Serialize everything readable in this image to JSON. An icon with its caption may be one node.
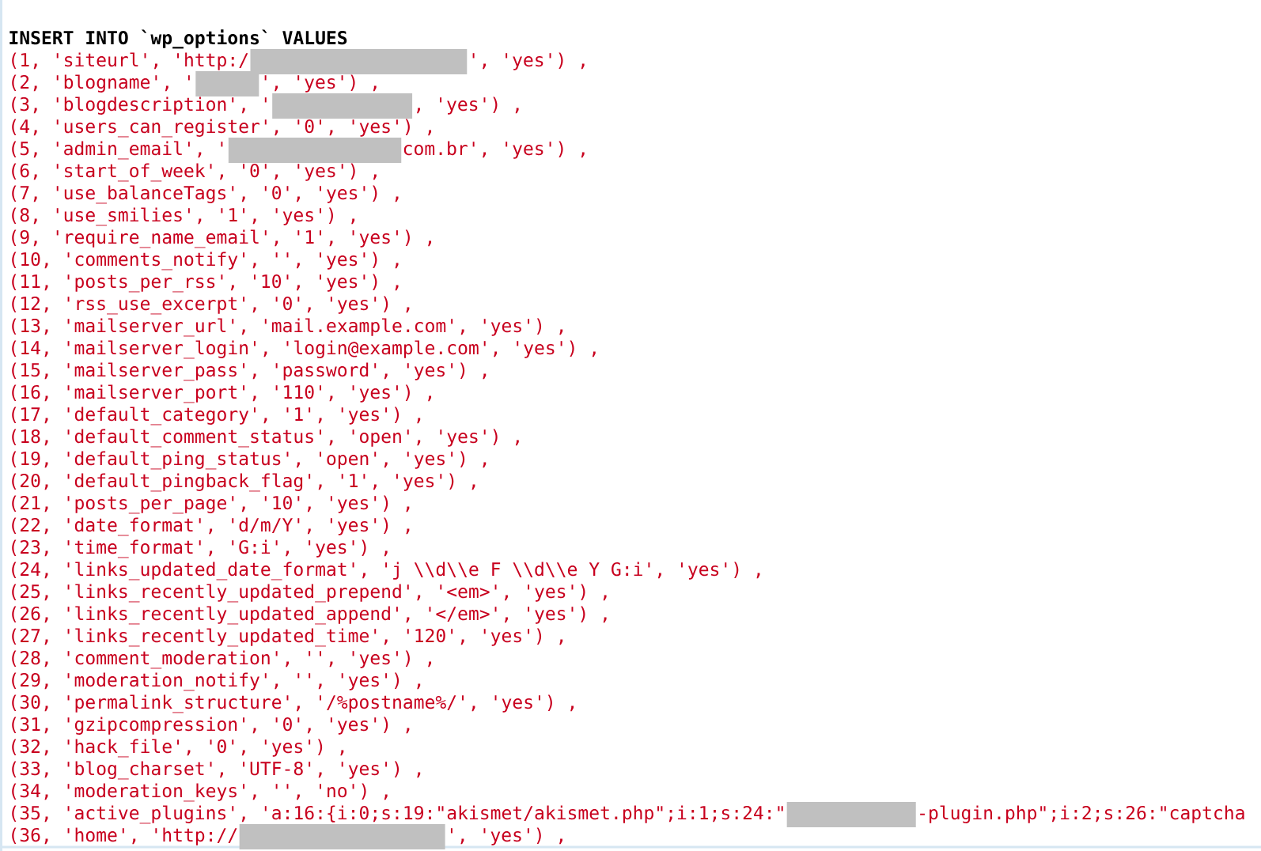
{
  "diagram": {
    "labels": [
      "INSERT INTO `wp_options` VALUES",
      "(1, 'siteurl', 'http:/",
      "', 'yes') ,",
      "(2, 'blogname', '",
      "', 'yes') ,",
      "(3, 'blogdescription', '",
      ", 'yes') ,",
      "(4, 'users_can_register', '0', 'yes') ,",
      "(5, 'admin_email', '",
      "com.br', 'yes') ,",
      "(6, 'start_of_week', '0', 'yes') ,",
      "(7, 'use_balanceTags', '0', 'yes') ,",
      "(8, 'use_smilies', '1', 'yes') ,",
      "(9, 'require_name_email', '1', 'yes') ,",
      "(10, 'comments_notify', '', 'yes') ,",
      "(11, 'posts_per_rss', '10', 'yes') ,",
      "(12, 'rss_use_excerpt', '0', 'yes') ,",
      "(13, 'mailserver_url', 'mail.example.com', 'yes') ,",
      "(14, 'mailserver_login', 'login@example.com', 'yes') ,",
      "(15, 'mailserver_pass', 'password', 'yes') ,",
      "(16, 'mailserver_port', '110', 'yes') ,",
      "(17, 'default_category', '1', 'yes') ,",
      "(18, 'default_comment_status', 'open', 'yes') ,",
      "(19, 'default_ping_status', 'open', 'yes') ,",
      "(20, 'default_pingback_flag', '1', 'yes') ,",
      "(21, 'posts_per_page', '10', 'yes') ,",
      "(22, 'date_format', 'd/m/Y', 'yes') ,",
      "(23, 'time_format', 'G:i', 'yes') ,",
      "(24, 'links_updated_date_format', 'j \\\\d\\\\e F \\\\d\\\\e Y G:i', 'yes') ,",
      "(25, 'links_recently_updated_prepend', '<em>', 'yes') ,",
      "(26, 'links_recently_updated_append', '</em>', 'yes') ,",
      "(27, 'links_recently_updated_time', '120', 'yes') ,",
      "(28, 'comment_moderation', '', 'yes') ,",
      "(29, 'moderation_notify', '', 'yes') ,",
      "(30, 'permalink_structure', '/%postname%/', 'yes') ,",
      "(31, 'gzipcompression', '0', 'yes') ,",
      "(32, 'hack_file', '0', 'yes') ,",
      "(33, 'blog_charset', 'UTF-8', 'yes') ,",
      "(34, 'moderation_keys', '', 'no') ,",
      "(35, 'active_plugins', 'a:16:{i:0;s:19:\"akismet/akismet.php\";i:1;s:24:\"",
      "-plugin.php\";i:2;s:26:\"captcha",
      "(36, 'home', 'http://",
      "', 'yes') ,"
    ]
  }
}
